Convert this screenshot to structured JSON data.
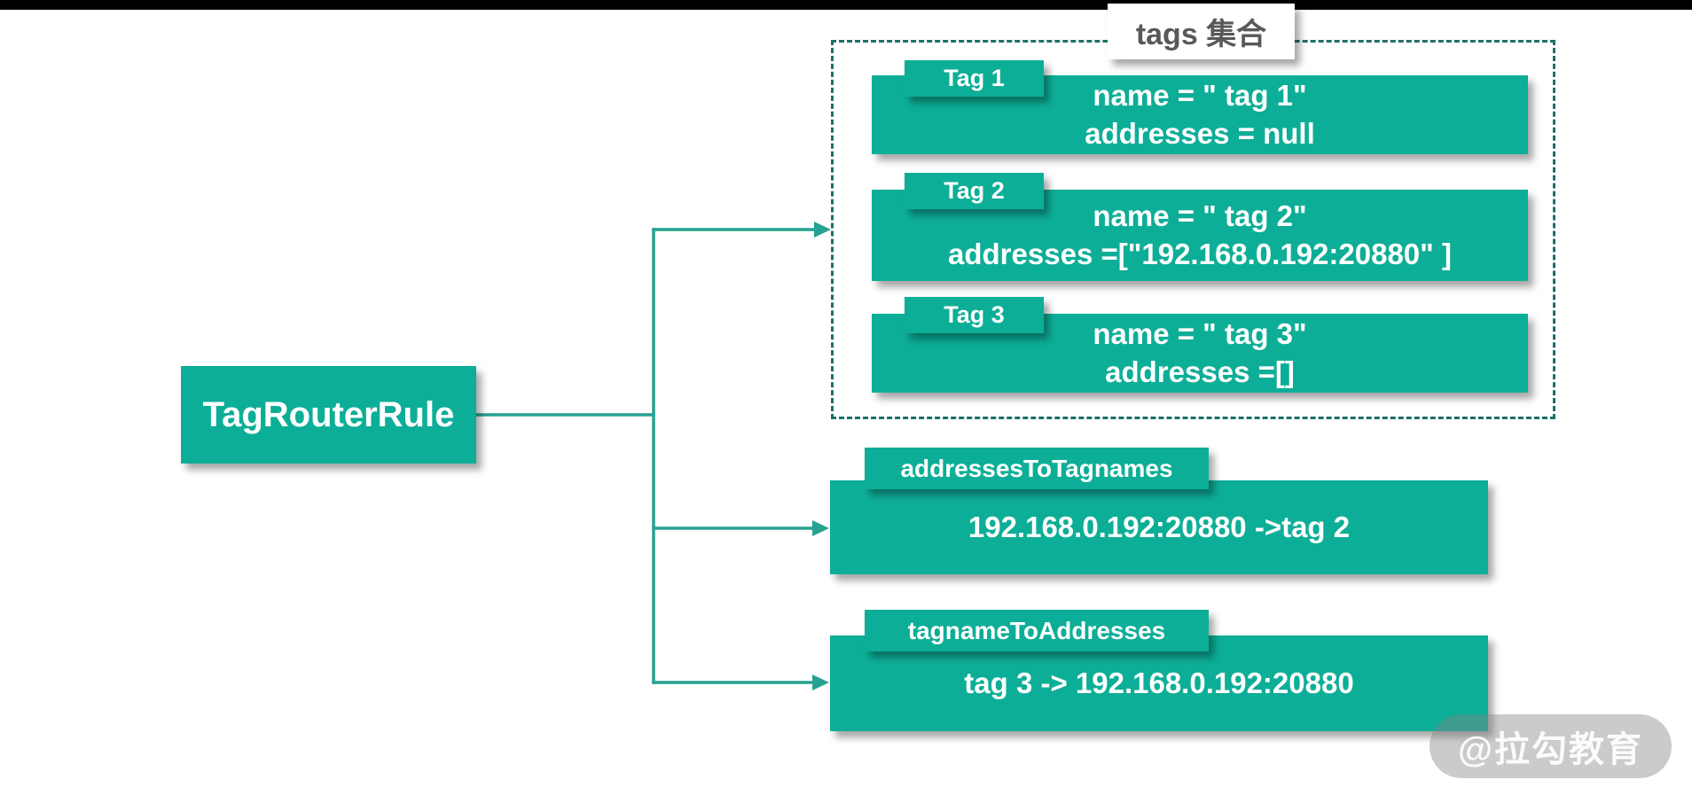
{
  "diagram": {
    "root_label": "TagRouterRule",
    "tags_group": {
      "title": "tags 集合",
      "tags": [
        {
          "label": "Tag 1",
          "line1": "name = \" tag 1\"",
          "line2": "addresses = null"
        },
        {
          "label": "Tag 2",
          "line1": "name = \" tag 2\"",
          "line2": "addresses =[\"192.168.0.192:20880\" ]"
        },
        {
          "label": "Tag 3",
          "line1": "name = \" tag 3\"",
          "line2": "addresses =[]"
        }
      ]
    },
    "maps": [
      {
        "label": "addressesToTagnames",
        "value": "192.168.0.192:20880 ->tag 2"
      },
      {
        "label": "tagnameToAddresses",
        "value": "tag 3 -> 192.168.0.192:20880"
      }
    ],
    "colors": {
      "box_fill": "#0dae97",
      "connector": "#26a291",
      "dashed_frame": "#1d6f68",
      "group_label_text": "#595959",
      "top_bar": "#000000",
      "watermark_pill": "#c9c9c9",
      "box_text": "#ffffff"
    }
  },
  "watermark": {
    "text": "@拉勾教育"
  }
}
